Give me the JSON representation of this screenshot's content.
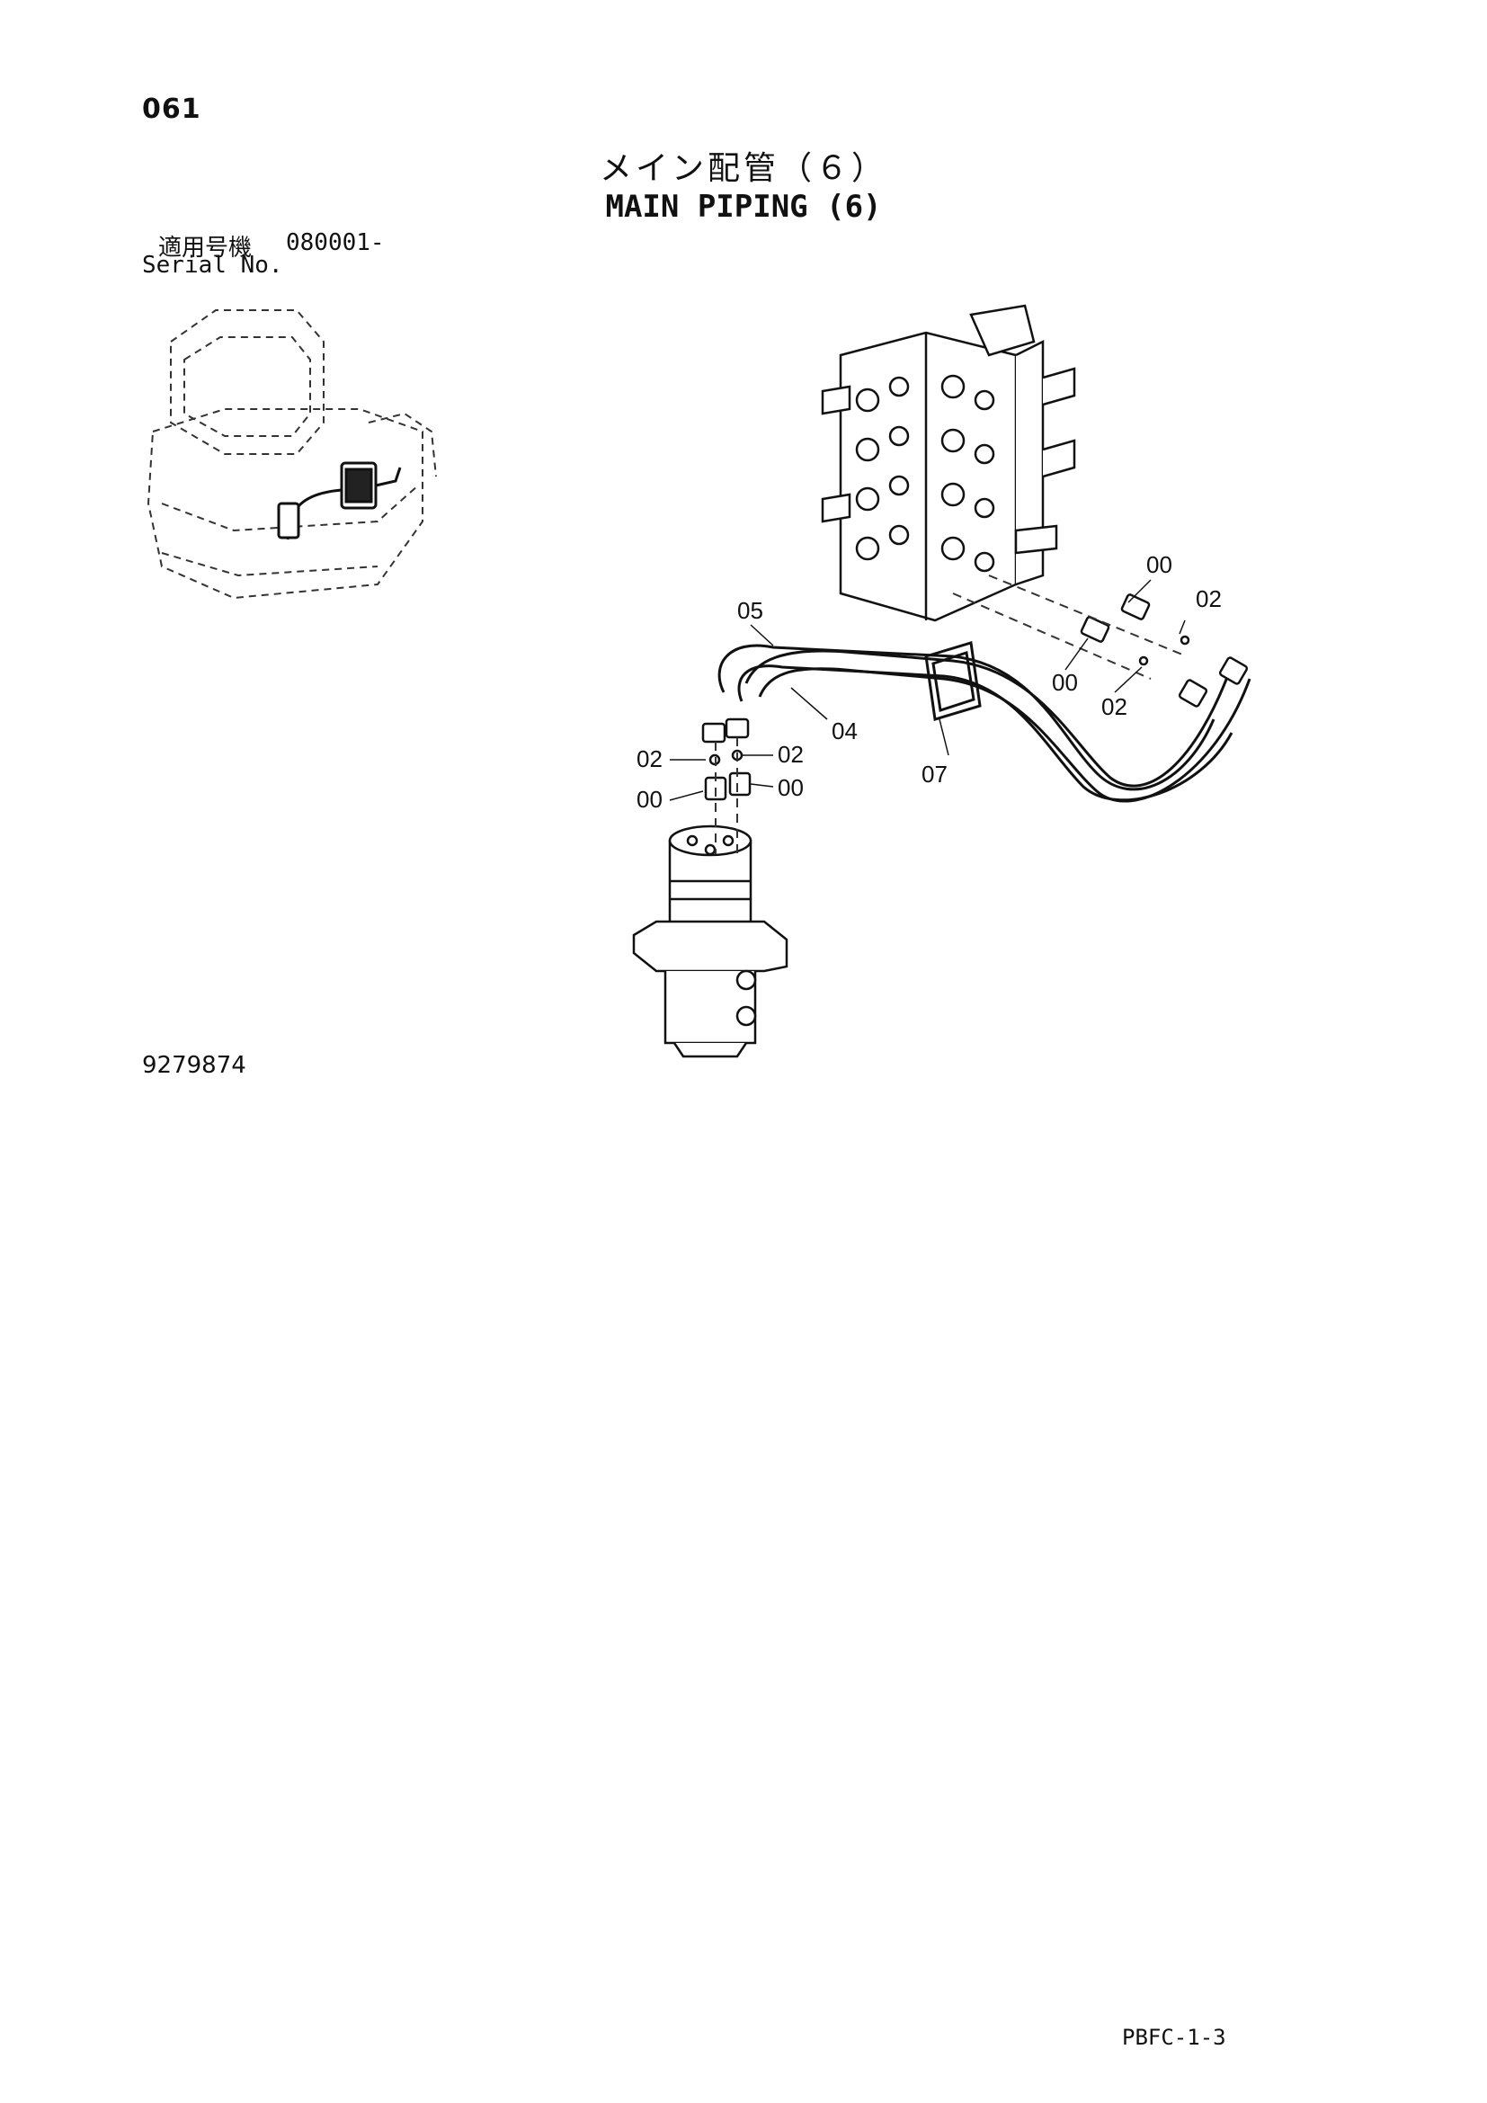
{
  "header": {
    "page_number": "061",
    "title_jp": "メイン配管（６）",
    "title_en": "MAIN PIPING (6)",
    "serial_label_jp": "適用号機",
    "serial_value": "080001-",
    "serial_label_en": "Serial No."
  },
  "diagram": {
    "callouts": [
      {
        "id": "c1",
        "label": "05"
      },
      {
        "id": "c2",
        "label": "04"
      },
      {
        "id": "c3",
        "label": "07"
      },
      {
        "id": "c4",
        "label": "00"
      },
      {
        "id": "c5",
        "label": "02"
      },
      {
        "id": "c6",
        "label": "00"
      },
      {
        "id": "c7",
        "label": "02"
      },
      {
        "id": "c8",
        "label": "02"
      },
      {
        "id": "c9",
        "label": "00"
      },
      {
        "id": "c10",
        "label": "02"
      },
      {
        "id": "c11",
        "label": "00"
      }
    ]
  },
  "footer": {
    "drawing_number": "9279874",
    "page_code": "PBFC-1-3"
  }
}
